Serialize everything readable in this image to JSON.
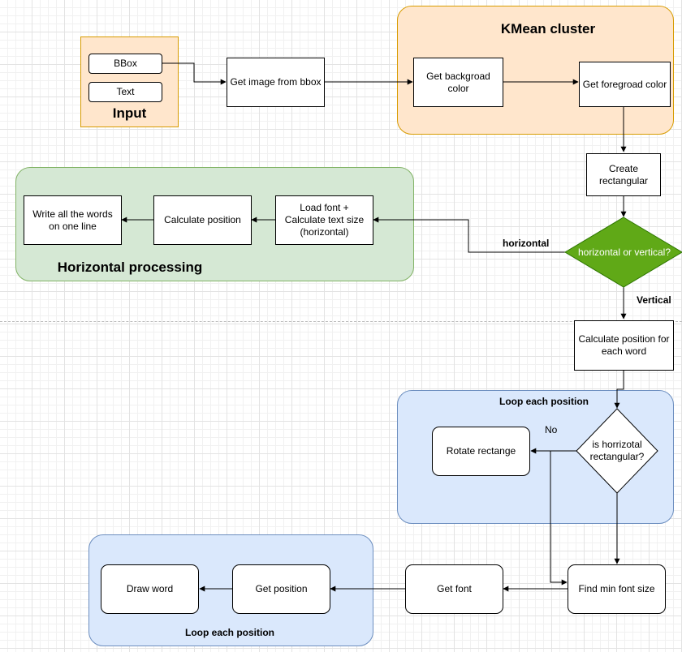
{
  "groups": {
    "input": "Input",
    "kmean": "KMean cluster",
    "horizontal": "Horizontal processing",
    "loop_top": "Loop each position",
    "loop_bottom": "Loop each position"
  },
  "nodes": {
    "bbox": "BBox",
    "text": "Text",
    "get_image": "Get image from bbox",
    "get_background": "Get backgroad color",
    "get_foreground": "Get foregroad color",
    "create_rect": "Create rectangular",
    "write_words": "Write all the words on one line",
    "calc_position": "Calculate position",
    "load_font": "Load font + Calculate text size (horizontal)",
    "orientation_decision": "horizontal or vertical?",
    "calc_each_word": "Calculate position for each word",
    "rotate": "Rotate rectange",
    "is_horizontal": "is horrizotal rectangular?",
    "draw_word": "Draw word",
    "get_position": "Get position",
    "get_font": "Get font",
    "find_min_font": "Find min font size"
  },
  "edge_labels": {
    "horizontal": "horizontal",
    "vertical": "Vertical",
    "no": "No"
  },
  "colors": {
    "orange_fill": "#ffe6cc",
    "orange_stroke": "#d79b00",
    "green_fill": "#d5e8d4",
    "green_stroke": "#82b366",
    "blue_fill": "#dae8fc",
    "blue_stroke": "#6c8ebf",
    "decision_fill": "#60a917",
    "decision_stroke": "#2d7600"
  }
}
